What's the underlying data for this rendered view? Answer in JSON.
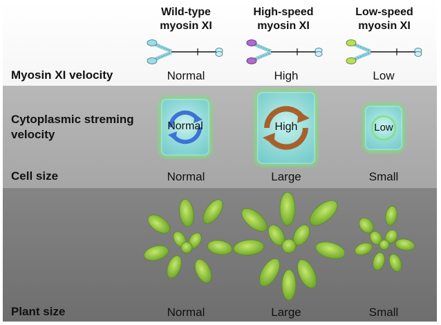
{
  "columns": [
    {
      "heading_line1": "Wild-type",
      "heading_line2": "myosin XI",
      "velocity": "Normal",
      "streaming": "Normal",
      "cell_size": "Normal",
      "plant_size": "Normal"
    },
    {
      "heading_line1": "High-speed",
      "heading_line2": "myosin XI",
      "velocity": "High",
      "streaming": "High",
      "cell_size": "Large",
      "plant_size": "Large"
    },
    {
      "heading_line1": "Low-speed",
      "heading_line2": "myosin XI",
      "velocity": "Low",
      "streaming": "Low",
      "cell_size": "Small",
      "plant_size": "Small"
    }
  ],
  "row_labels": {
    "myosin_velocity": "Myosin XI velocity",
    "streaming_line1": "Cytoplasmic streming",
    "streaming_line2": "velocity",
    "cell_size": "Cell size",
    "plant_size": "Plant size"
  },
  "colors": {
    "myosin_head_normal": "#9fdde0",
    "myosin_head_high": "#b06ad0",
    "myosin_head_low": "#b8e05a",
    "arrow_normal": "#3b73d6",
    "arrow_high": "#a8602a",
    "arrow_low": "#7ee07a",
    "leaf": "#8cc63f"
  }
}
